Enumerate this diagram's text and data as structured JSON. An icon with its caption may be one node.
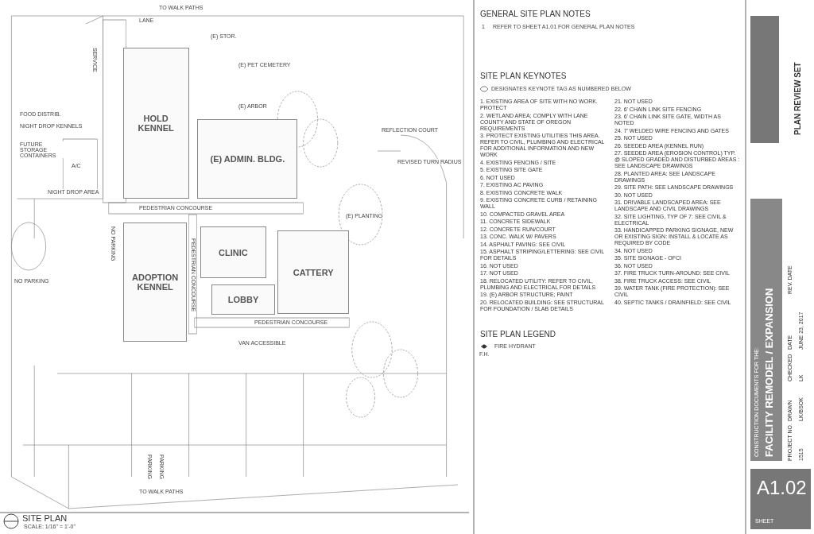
{
  "diagram": {
    "title": "SITE PLAN",
    "nodes": [
      {
        "text": [
          "HOLD KENNEL"
        ]
      },
      {
        "text": [
          "(E) ADMIN. BLDG."
        ]
      },
      {
        "text": [
          "CLINIC"
        ]
      },
      {
        "text": [
          "CATTERY"
        ]
      },
      {
        "text": [
          "ADOPTION KENNEL"
        ]
      },
      {
        "text": [
          "LOBBY"
        ]
      }
    ],
    "edges": [],
    "labels": [
      "GENERAL SITE PLAN NOTES",
      "1",
      "REFER TO SHEET A1.01 FOR GENERAL PLAN NOTES",
      "SITE PLAN KEYNOTES",
      "DESIGNATES KEYNOTE TAG AS NUMBERED BELOW",
      "1. EXISTING AREA OF SITE WITH NO WORK. PROTECT",
      "2. WETLAND AREA; COMPLY WITH LANE COUNTY AND STATE OF OREGON REQUIREMENTS",
      "3. PROTECT EXISTING UTILITIES THIS AREA. REFER TO CIVIL, PLUMBING AND ELECTRICAL FOR ADDITIONAL INFORMATION AND NEW WORK",
      "4. EXISTING FENCING / SITE",
      "5. EXISTING SITE GATE",
      "6. NOT USED",
      "7. EXISTING AC PAVING",
      "8. EXISTING CONCRETE WALK",
      "9. EXISTING CONCRETE CURB / RETAINING WALL",
      "10. COMPACTED GRAVEL AREA",
      "11. CONCRETE SIDEWALK",
      "12. CONCRETE RUN/COURT",
      "13. CONC. WALK W/ PAVERS",
      "14. ASPHALT PAVING: SEE CIVIL",
      "15. ASPHALT STRIPING/LETTERING: SEE CIVIL FOR DETAILS",
      "16. NOT USED",
      "17. NOT USED",
      "18. RELOCATED UTILITY: REFER TO CIVIL, PLUMBING AND ELECTRICAL FOR DETAILS",
      "19. (E) ARBOR STRUCTURE; PAINT",
      "20. RELOCATED BUILDING: SEE STRUCTURAL FOR FOUNDATION / SLAB DETAILS",
      "21. NOT USED",
      "22. 6' CHAIN LINK SITE FENCING",
      "23. 6' CHAIN LINK SITE GATE, WIDTH AS NOTED",
      "24. 7' WELDED WIRE FENCING AND GATES",
      "25. NOT USED",
      "26. SEEDED AREA (KENNEL RUN)",
      "27. SEEDED AREA (EROSION CONTROL) TYP. @ SLOPED GRADED AND DISTURBED AREAS : SEE LANDSCAPE DRAWINGS",
      "28. PLANTED AREA: SEE LANDSCAPE DRAWINGS",
      "29. SITE PATH: SEE LANDSCAPE DRAWINGS",
      "30. NOT USED",
      "31. DRIVABLE LANDSCAPED AREA: SEE LANDSCAPE AND CIVIL DRAWINGS",
      "32. SITE LIGHTING, TYP OF 7: SEE CIVIL & ELECTRICAL",
      "33. HANDICAPPED PARKING SIGNAGE, NEW OR EXISTING SIGN: INSTALL & LOCATE AS REQUIRED BY CODE",
      "34. NOT USED",
      "35. SITE SIGNAGE - OFCI",
      "36. NOT USED",
      "37. FIRE TRUCK TURN-AROUND: SEE CIVIL",
      "38. FIRE TRUCK ACCESS: SEE CIVIL",
      "39. WATER TANK (FIRE PROTECTION): SEE CIVIL",
      "40. SEPTIC TANKS / DRAINFIELD: SEE CIVIL",
      "SITE PLAN LEGEND",
      "F.H.",
      "LANE",
      "SERVICE",
      "TO WALK PATHS",
      "(E) STOR.",
      "(E) PET CEMETERY",
      "(E) ARBOR",
      "REFLECTION COURT",
      "REVISED TURN RADIUS",
      "NIGHT DROP KENNELS",
      "FOOD DISTRIB.",
      "FUTURE STORAGE CONTAINERS",
      "A/C",
      "NIGHT DROP AREA",
      "PEDESTRIAN CONCOURSE",
      "PEDESTRIAN CONCOURSE",
      "PEDESTRIAN CONCOURSE",
      "NO PARKING",
      "NO PARKING",
      "(E) PLANTING",
      "VAN ACCESSIBLE",
      "PARKING",
      "PARKING",
      "TO WALK PATHS",
      "SCALE: 1/16\" = 1'-0\"",
      "PLAN REVIEW SET",
      "CONSTRUCTION DOCUMENTS FOR THE:",
      "FACILITY REMODEL / EXPANSION",
      "PROJECT NO.",
      "1515",
      "DRAWN",
      "LK/BSOK",
      "CHECKED",
      "LK",
      "DATE",
      "JUNE 23, 2017",
      "REV. DATE",
      "A1.02",
      "SHEET"
    ],
    "legend": [
      {
        "text": "FIRE HYDRANT"
      }
    ]
  }
}
